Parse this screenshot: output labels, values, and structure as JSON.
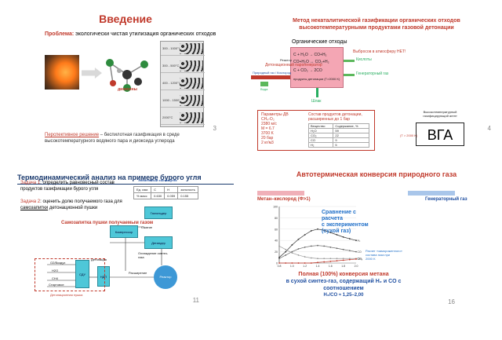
{
  "slide1": {
    "title": "Введение",
    "problem_label": "Проблема:",
    "problem_text": " экологически чистая утилизация органических отходов",
    "mol_label": "диоксины",
    "panel_rows": [
      "300 - 1000°C",
      "300 - 500°C",
      "400 - 1200°C",
      "1000 - 1500°C",
      "2000°C"
    ],
    "persp_label": "Перспективное решение",
    "persp_text": " – беспилотная газификация в среде высокотемпературного водяного пара и диоксида углерода",
    "number": "3"
  },
  "slide2": {
    "title": "Метод некаталитической газификации органических отходов высокотемпературными продуктами газовой детонации",
    "organic": "Органические отходы",
    "equations": [
      "C + H₂O → CO+H₂",
      "CO+H₂O ↔ CO₂+H₂",
      "C + CO₂ → 2CO",
      "продукты детонации (T>2000 K)"
    ],
    "reactor_label": "Реактор",
    "pipe_label": "Природный газ / Кислород",
    "det_label": "Детонационный парогенератор",
    "small_label": "Вода",
    "vyb": "Выбросов в атмосферу НЕТ!",
    "out1": "Кислоты",
    "out2": "Генераторный газ",
    "slag": "Шлак",
    "params_left": [
      "Параметры ДВ",
      "CH₄-O₂",
      "2380 м/с",
      "M = 6.7",
      "3700 K",
      "20 бар",
      "2 кг/м3"
    ],
    "params_title": "Состав продуктов детонации, расширенных до 1 бар",
    "table_rows": [
      [
        "Вещество",
        "Содержание, %"
      ],
      [
        "H₂O",
        "59"
      ],
      [
        "CO₂",
        "22"
      ],
      [
        "CO",
        "9"
      ],
      [
        "H₂",
        "5"
      ]
    ],
    "t2000": "(T > 2000 K)",
    "vga_caption": "Высокотемпературный газифицирующий агент",
    "vga": "ВГА",
    "number": "4"
  },
  "slide3": {
    "title": "Термодинамический анализ на примере бурого угля",
    "task1_label": "Задача 1",
    "task1_text": ": определить равновесный состав продуктов газификации бурого угля",
    "task2_label": "Задача 2",
    "task2_text": ": оценить долю получаемого газа для ",
    "task2_link": "самозапитки",
    "task2_tail": " детонационной пушки",
    "comp_caption": "Элементный состав угля",
    "comp_rows": [
      [
        "Ед. изм.",
        "C",
        "H",
        "зольность"
      ],
      [
        "% масс",
        "0.630",
        "0.059",
        "0.155"
      ]
    ],
    "self_title": "Самозапитка пушки получаемым газом",
    "blocks": [
      "Газгольдер",
      "Компрессор",
      "Детандер",
      "СДУ",
      "НДП"
    ],
    "reactor": "Реактор",
    "labels": [
      "O2/Воздух",
      "H2O",
      "CH4",
      "Стартовое",
      "Детонация",
      "Сжатие",
      "Охлаждение синтез-газа",
      "Расширение"
    ],
    "dash_label": "Детонационная пушка",
    "number": "11"
  },
  "slide4": {
    "title": "Автотермическая конверсия природного газа",
    "mk": "Метан–кислород (Ф>1)",
    "gen": "Генераторный газ",
    "cmp": [
      "Сравнение с",
      "расчета",
      "с экспериментом",
      "(сухой газ)"
    ],
    "note": [
      "Расчет «замороженного»",
      "состава газа при",
      "2000 K"
    ],
    "concl_pre": "Полная (100%) конверсия метана",
    "concl_post": "в сухой синтез-газ, содержащий H₂ и CO с соотношением",
    "ratio": "H₂/CO ≈ 1,25–2,00",
    "chart_data": {
      "type": "line",
      "x": [
        0.8,
        0.9,
        1.0,
        1.1,
        1.2,
        1.3,
        1.4,
        1.5,
        1.6,
        1.7,
        1.8,
        1.9,
        2.0
      ],
      "series": [
        {
          "name": "H₂",
          "values": [
            10,
            20,
            32,
            42,
            50,
            57,
            60,
            58,
            54,
            50,
            46,
            43,
            40
          ]
        },
        {
          "name": "CO",
          "values": [
            8,
            14,
            20,
            25,
            28,
            30,
            31,
            30,
            28,
            26,
            24,
            22,
            20
          ]
        },
        {
          "name": "CO₂",
          "values": [
            30,
            24,
            18,
            14,
            11,
            9,
            8,
            8,
            8,
            8,
            8,
            8,
            8
          ]
        },
        {
          "name": "CH₄",
          "values": [
            0,
            0,
            0,
            0,
            0,
            0,
            1,
            2,
            3,
            4,
            5,
            6,
            7
          ]
        }
      ],
      "xlim": [
        0.8,
        2.0
      ],
      "ylim": [
        0,
        100
      ],
      "yticks": [
        0,
        20,
        40,
        60,
        80,
        100
      ],
      "xticks": [
        "0.8",
        "1.0",
        "1.2",
        "1.4",
        "1.6",
        "1.8",
        "2.0"
      ]
    },
    "number": "16"
  }
}
